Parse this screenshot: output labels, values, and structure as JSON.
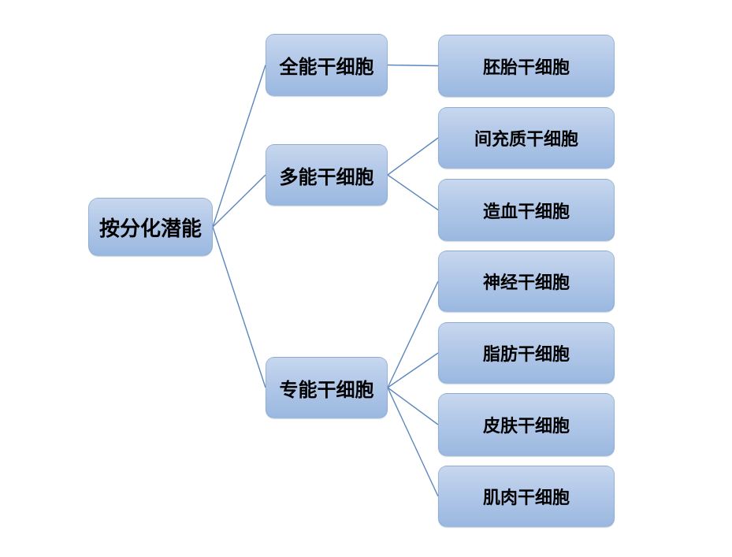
{
  "diagram": {
    "type": "hierarchy-tree",
    "direction": "left-to-right",
    "nodes": {
      "root": {
        "label": "按分化潜能",
        "level": 0
      },
      "totipotent": {
        "label": "全能干细胞",
        "level": 1
      },
      "pluripotent": {
        "label": "多能干细胞",
        "level": 1
      },
      "specialized": {
        "label": "专能干细胞",
        "level": 1
      },
      "embryonic": {
        "label": "胚胎干细胞",
        "level": 2
      },
      "mesenchymal": {
        "label": "间充质干细胞",
        "level": 2
      },
      "hematopoietic": {
        "label": "造血干细胞",
        "level": 2
      },
      "neural": {
        "label": "神经干细胞",
        "level": 2
      },
      "adipose": {
        "label": "脂肪干细胞",
        "level": 2
      },
      "skin": {
        "label": "皮肤干细胞",
        "level": 2
      },
      "muscle": {
        "label": "肌肉干细胞",
        "level": 2
      }
    },
    "edges": [
      {
        "from": "root",
        "to": "totipotent"
      },
      {
        "from": "root",
        "to": "pluripotent"
      },
      {
        "from": "root",
        "to": "specialized"
      },
      {
        "from": "totipotent",
        "to": "embryonic"
      },
      {
        "from": "pluripotent",
        "to": "mesenchymal"
      },
      {
        "from": "pluripotent",
        "to": "hematopoietic"
      },
      {
        "from": "specialized",
        "to": "neural"
      },
      {
        "from": "specialized",
        "to": "adipose"
      },
      {
        "from": "specialized",
        "to": "skin"
      },
      {
        "from": "specialized",
        "to": "muscle"
      }
    ],
    "colors": {
      "node_fill_top": "#c7d7ee",
      "node_fill_bottom": "#9ab8e0",
      "node_border": "#829ec6",
      "connector": "#5b86be",
      "text": "#000000",
      "background": "#ffffff"
    }
  }
}
